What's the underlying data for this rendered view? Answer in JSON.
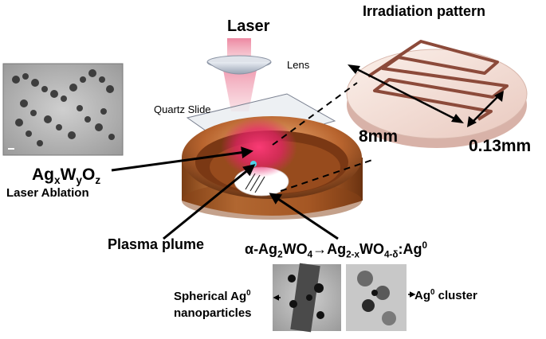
{
  "labels": {
    "irradiation_pattern": "Irradiation pattern",
    "laser": "Laser",
    "lens": "Lens",
    "quartz_slide": "Quartz Slide",
    "length_8mm": "8mm",
    "width_013mm": "0.13mm",
    "laser_ablation": "Laser Ablation",
    "plasma_plume": "Plasma plume",
    "spherical_line1": "Spherical Ag",
    "spherical_sup": "0",
    "spherical_line2": "nanoparticles",
    "cluster": "Ag",
    "cluster_sup": "0",
    "cluster_tail": " cluster"
  },
  "formula_agxwyoz": {
    "p1": "Ag",
    "s1": "x",
    "p2": "W",
    "s2": "y",
    "p3": "O",
    "s3": "z"
  },
  "reaction": {
    "alpha": "α-Ag",
    "s1": "2",
    "mid1": "WO",
    "s2": "4",
    "arrow": "→",
    "p2": "Ag",
    "s3": "2-x",
    "mid2": "WO",
    "s4": "4-δ",
    "mid3": ":Ag",
    "sup": "0"
  },
  "colors": {
    "dish_bronze": "#b8642e",
    "plume_pink": "#e8206a",
    "disk_cream": "#f7e6df",
    "track_brown": "#8c4a3a"
  },
  "icons": {
    "reaction_arrow": "right-arrow-icon"
  }
}
